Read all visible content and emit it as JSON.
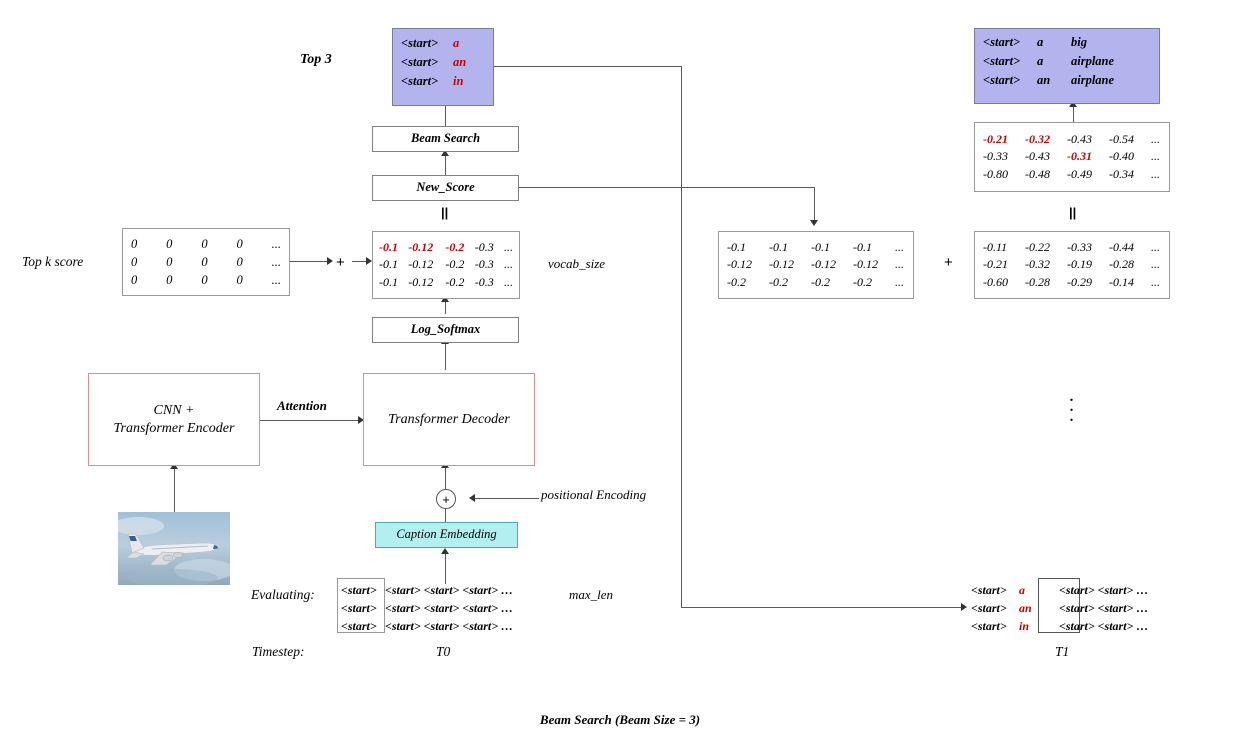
{
  "figure": {
    "caption": "Beam Search (Beam Size = 3)",
    "accent_red": "#cc0000",
    "box_purple": "#b3b3ee",
    "box_cyan": "#b2f0f0",
    "box_red_border": "#e08a8a"
  },
  "labels": {
    "top3": "Top 3",
    "topk_score": "Top k score",
    "vocab_size": "vocab_size",
    "attention": "Attention",
    "positional_encoding": "positional Encoding",
    "evaluating": "Evaluating:",
    "max_len": "max_len",
    "timestep": "Timestep:",
    "t0": "T0",
    "t1": "T1",
    "plus": "+",
    "equals": "||",
    "vdots": "."
  },
  "blocks": {
    "beam_search": "Beam Search",
    "new_score": "New_Score",
    "log_softmax": "Log_Softmax",
    "cnn_encoder_line1": "CNN +",
    "cnn_encoder_line2": "Transformer Encoder",
    "transformer_decoder": "Transformer Decoder",
    "caption_embedding": "Caption Embedding"
  },
  "top3_box": {
    "rows": [
      {
        "start": "<start>",
        "word": "a"
      },
      {
        "start": "<start>",
        "word": "an"
      },
      {
        "start": "<start>",
        "word": "in"
      }
    ]
  },
  "top3_box_t1": {
    "rows": [
      {
        "start": "<start>",
        "w1": "a",
        "w2": "big"
      },
      {
        "start": "<start>",
        "w1": "a",
        "w2": "airplane"
      },
      {
        "start": "<start>",
        "w1": "an",
        "w2": "airplane"
      }
    ]
  },
  "matrices": {
    "topk_score": {
      "rows": [
        [
          "0",
          "0",
          "0",
          "0",
          "..."
        ],
        [
          "0",
          "0",
          "0",
          "0",
          "..."
        ],
        [
          "0",
          "0",
          "0",
          "0",
          "..."
        ]
      ],
      "highlight": []
    },
    "logprobs_t0": {
      "rows": [
        [
          "-0.1",
          "-0.12",
          "-0.2",
          "-0.3",
          "..."
        ],
        [
          "-0.1",
          "-0.12",
          "-0.2",
          "-0.3",
          "..."
        ],
        [
          "-0.1",
          "-0.12",
          "-0.2",
          "-0.3",
          "..."
        ]
      ],
      "highlight": [
        [
          0,
          0
        ],
        [
          0,
          1
        ],
        [
          0,
          2
        ]
      ]
    },
    "newscore_t1": {
      "rows": [
        [
          "-0.21",
          "-0.32",
          "-0.43",
          "-0.54",
          "..."
        ],
        [
          "-0.33",
          "-0.43",
          "-0.31",
          "-0.40",
          "..."
        ],
        [
          "-0.80",
          "-0.48",
          "-0.49",
          "-0.34",
          "..."
        ]
      ],
      "highlight": [
        [
          0,
          0
        ],
        [
          0,
          1
        ],
        [
          1,
          2
        ]
      ]
    },
    "prev_score_t1": {
      "rows": [
        [
          "-0.1",
          "-0.1",
          "-0.1",
          "-0.1",
          "..."
        ],
        [
          "-0.12",
          "-0.12",
          "-0.12",
          "-0.12",
          "..."
        ],
        [
          "-0.2",
          "-0.2",
          "-0.2",
          "-0.2",
          "..."
        ]
      ],
      "highlight": []
    },
    "logprobs_t1": {
      "rows": [
        [
          "-0.11",
          "-0.22",
          "-0.33",
          "-0.44",
          "..."
        ],
        [
          "-0.21",
          "-0.32",
          "-0.19",
          "-0.28",
          "..."
        ],
        [
          "-0.60",
          "-0.28",
          "-0.29",
          "-0.14",
          "..."
        ]
      ],
      "highlight": []
    }
  },
  "sequences_t0": {
    "rows": [
      {
        "first": "<start>",
        "rest": "<start> <start> <start> …"
      },
      {
        "first": "<start>",
        "rest": "<start> <start> <start> …"
      },
      {
        "first": "<start>",
        "rest": "<start> <start> <start> …"
      }
    ]
  },
  "sequences_t1": {
    "rows": [
      {
        "first": "<start>",
        "pick": "a",
        "rest": "<start> <start> …"
      },
      {
        "first": "<start>",
        "pick": "an",
        "rest": "<start> <start> …"
      },
      {
        "first": "<start>",
        "pick": "in",
        "rest": "<start> <start> …"
      }
    ]
  },
  "image": {
    "alt": "airplane-photo"
  }
}
